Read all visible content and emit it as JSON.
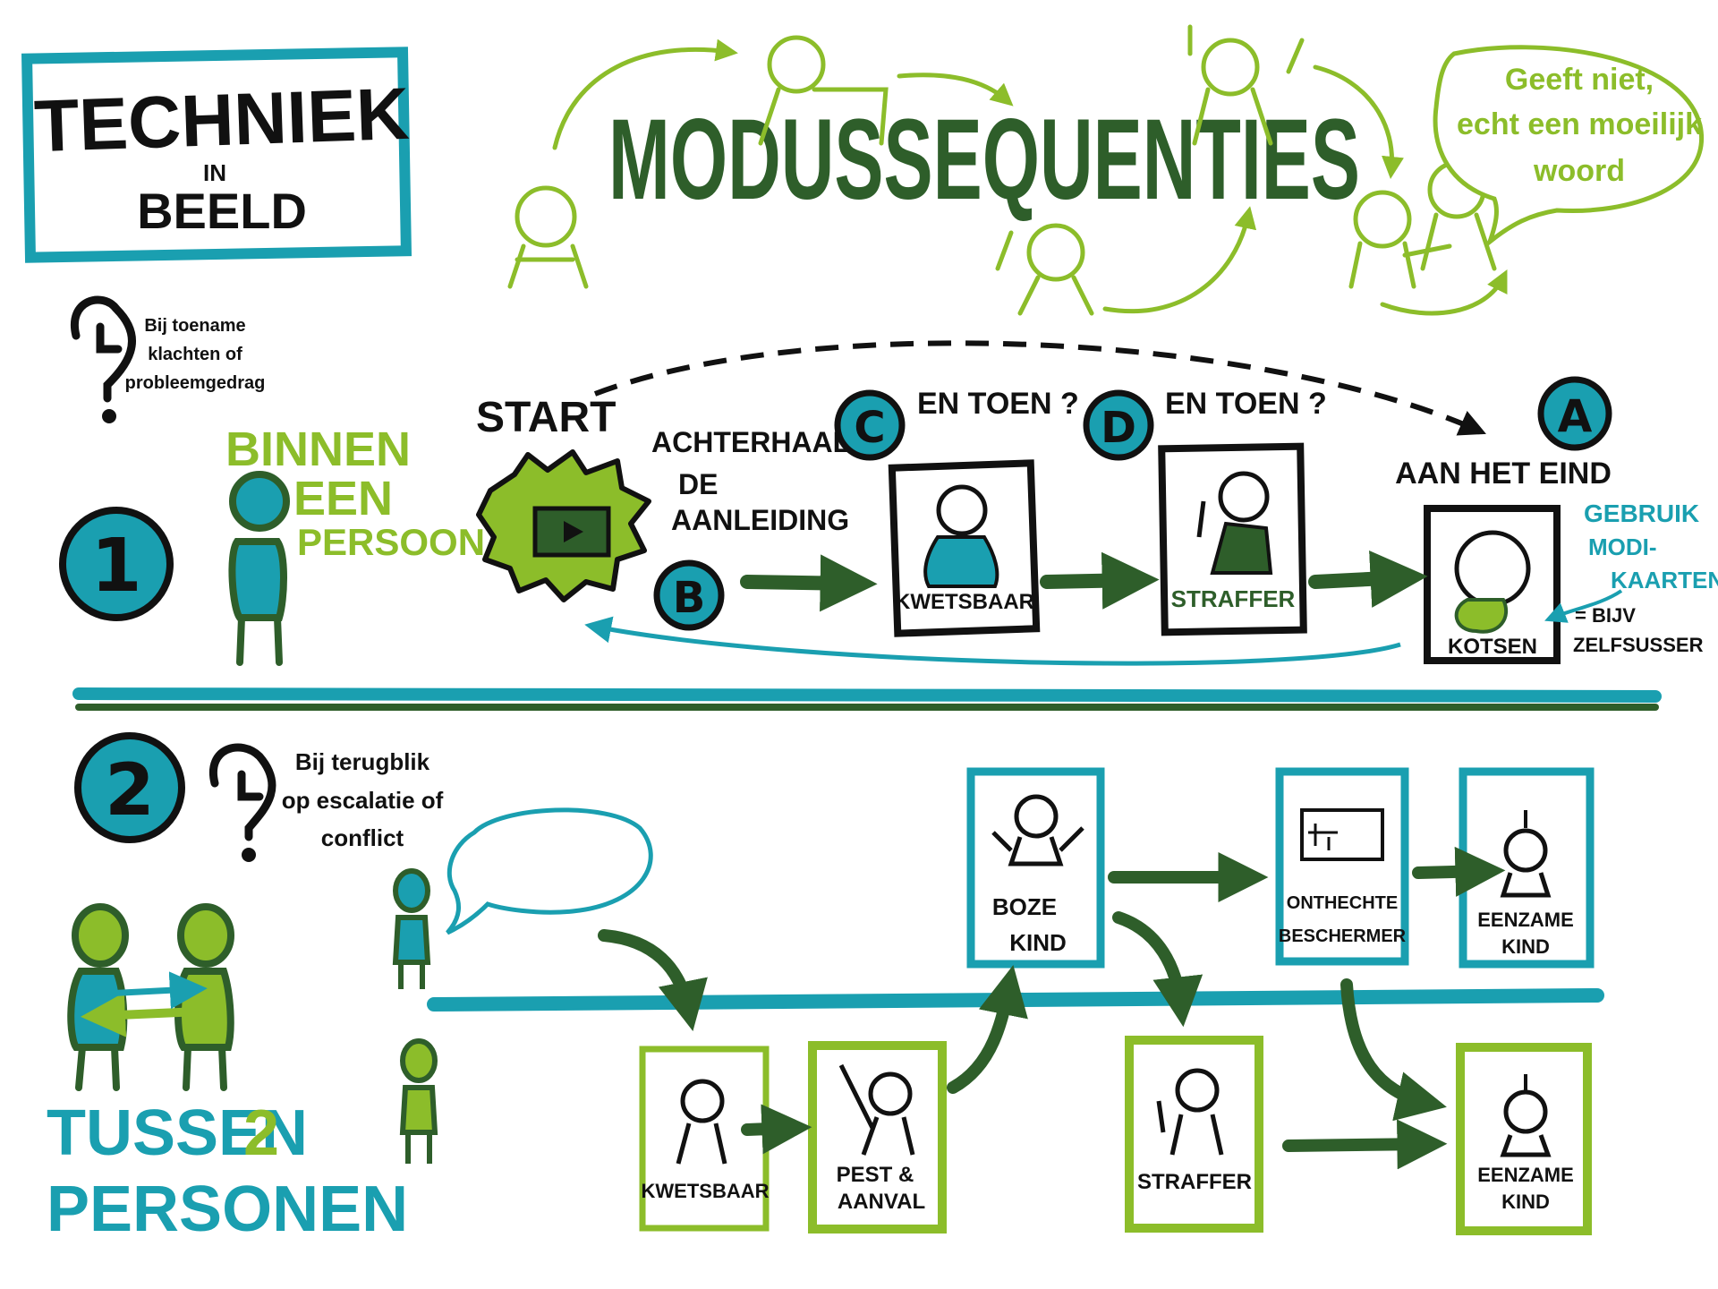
{
  "title_box": {
    "line1": "TECHNIEK",
    "line2": "IN",
    "line3": "BEELD"
  },
  "main_title": "MODUSSEQUENTIES",
  "speech_bubble": {
    "line1": "Geeft niet,",
    "line2": "echt een moeilijk",
    "line3": "woord"
  },
  "section1": {
    "number": "1",
    "question_note": {
      "line1": "Bij toename",
      "line2": "klachten of",
      "line3": "probleemgedrag"
    },
    "scope": {
      "line1": "BINNEN",
      "line2": "EEN",
      "line3": "PERSOON"
    },
    "start_label": "START",
    "steps": {
      "b": {
        "letter": "B",
        "line1": "ACHTERHAAL",
        "line2": "DE",
        "line3": "AANLEIDING"
      },
      "c": {
        "letter": "C",
        "label": "EN TOEN ?"
      },
      "d": {
        "letter": "D",
        "label": "EN TOEN ?"
      },
      "a": {
        "letter": "A",
        "label": "AAN HET EIND"
      }
    },
    "cards": {
      "kwetsbaar": "KWETSBAAR",
      "straffer": "STRAFFER",
      "kotsen": "KOTSEN"
    },
    "note": {
      "line1": "GEBRUIK",
      "line2": "MODI-",
      "line3": "KAARTEN",
      "line4": "= BIJV",
      "line5": "ZELFSUSSER"
    }
  },
  "section2": {
    "number": "2",
    "question_note": {
      "line1": "Bij terugblik",
      "line2": "op escalatie of",
      "line3": "conflict"
    },
    "scope": {
      "line1": "TUSSEN",
      "num": "2",
      "line2": "PERSONEN"
    },
    "cards": {
      "boze_kind": {
        "line1": "BOZE",
        "line2": "KIND"
      },
      "onthechte": {
        "line1": "ONTHECHTE",
        "line2": "BESCHERMER"
      },
      "eenzame_top": {
        "line1": "EENZAME",
        "line2": "KIND"
      },
      "kwetsbaar": "KWETSBAAR",
      "pest": {
        "line1": "PEST &",
        "line2": "AANVAL"
      },
      "straffer": "STRAFFER",
      "eenzame_bottom": {
        "line1": "EENZAME",
        "line2": "KIND"
      }
    }
  },
  "colors": {
    "teal": "#1a9fb0",
    "lime": "#8cbd2a",
    "dark_green": "#2e5e2a",
    "ink": "#111111"
  }
}
